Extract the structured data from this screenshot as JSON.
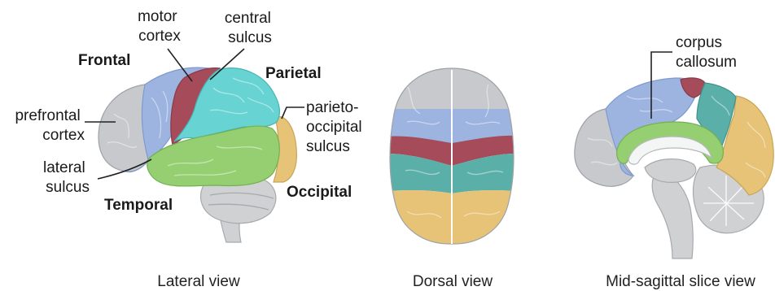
{
  "lateral": {
    "caption": "Lateral view",
    "labels": {
      "motor_cortex": [
        "motor",
        "cortex"
      ],
      "central_sulcus": [
        "central",
        "sulcus"
      ],
      "frontal": "Frontal",
      "parietal": "Parietal",
      "prefrontal_cortex": [
        "prefrontal",
        "cortex"
      ],
      "parieto_occipital_sulcus": [
        "parieto-",
        "occipital",
        "sulcus"
      ],
      "lateral_sulcus": [
        "lateral",
        "sulcus"
      ],
      "temporal": "Temporal",
      "occipital": "Occipital"
    }
  },
  "dorsal": {
    "caption": "Dorsal view"
  },
  "sagittal": {
    "caption": "Mid-sagittal slice view",
    "labels": {
      "corpus_callosum": [
        "corpus",
        "callosum"
      ]
    }
  },
  "colors": {
    "prefrontal": "#c7c9cc",
    "frontal": "#9db4e0",
    "motor": "#a64b5a",
    "parietal": "#67d3d3",
    "temporal": "#96cf72",
    "occipital": "#e6c377",
    "parietal_dorsal": "#5ab0a8"
  }
}
